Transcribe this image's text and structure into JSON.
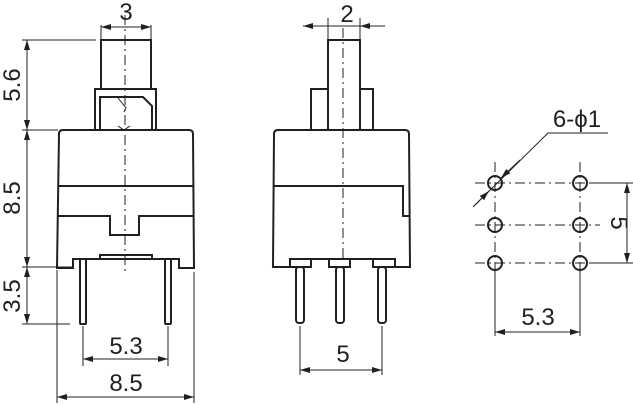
{
  "front_view": {
    "dims": {
      "plunger_width": "3",
      "plunger_height": "5.6",
      "body_height": "8.5",
      "pin_length": "3.5",
      "pin_pitch": "5.3",
      "body_width": "8.5"
    }
  },
  "side_view": {
    "dims": {
      "stem_width": "2",
      "pin_span": "5"
    }
  },
  "pcb_layout": {
    "hole_label": "6-ϕ1",
    "row_span": "5",
    "column_pitch": "5.3"
  },
  "colors": {
    "line": "#231f20",
    "background": "#ffffff"
  }
}
